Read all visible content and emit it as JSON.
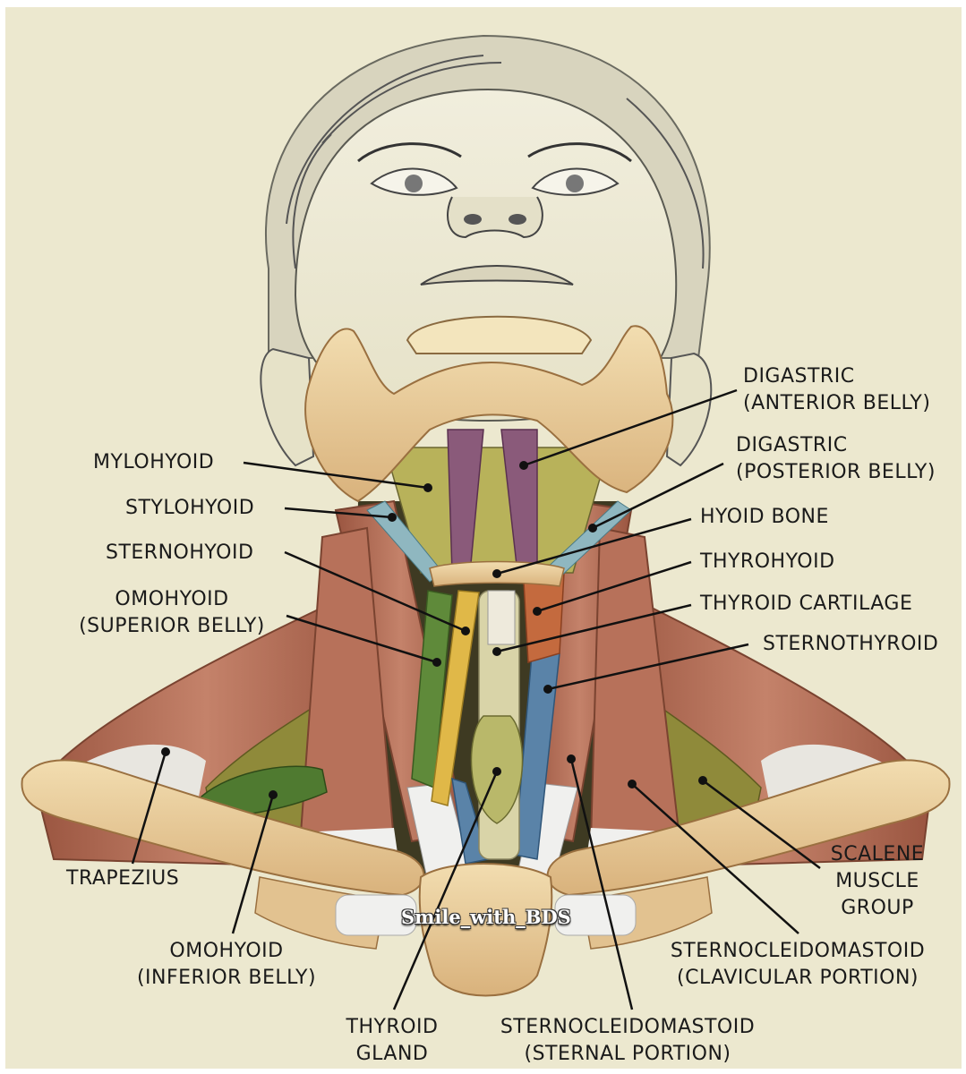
{
  "watermark": "Smile_with_BDS",
  "labels": {
    "mylohyoid": "MYLOHYOID",
    "stylohyoid": "STYLOHYOID",
    "sternohyoid": "STERNOHYOID",
    "omohyoid_superior": [
      "OMOHYOID",
      "(SUPERIOR BELLY)"
    ],
    "digastric_anterior": [
      "DIGASTRIC",
      "(ANTERIOR BELLY)"
    ],
    "digastric_posterior": [
      "DIGASTRIC",
      "(POSTERIOR BELLY)"
    ],
    "hyoid_bone": "HYOID BONE",
    "thyrohyoid": "THYROHYOID",
    "thyroid_cartilage": "THYROID CARTILAGE",
    "sternothyroid": "STERNOTHYROID",
    "trapezius": "TRAPEZIUS",
    "omohyoid_inferior": [
      "OMOHYOID",
      "(INFERIOR BELLY)"
    ],
    "thyroid_gland": [
      "THYROID",
      "GLAND"
    ],
    "scm_sternal": [
      "STERNOCLEIDOMASTOID",
      "(STERNAL PORTION)"
    ],
    "scm_clavicular": [
      "STERNOCLEIDOMASTOID",
      "(CLAVICULAR PORTION)"
    ],
    "scalene": [
      "SCALENE",
      "MUSCLE",
      "GROUP"
    ]
  },
  "colors": {
    "background": "#ece8cf",
    "bone": "#ecd3a2",
    "muscle_red": "#b86d55",
    "muscle_olive": "#8f8a3a",
    "muscle_purple": "#8a5a7a",
    "muscle_green": "#5f8a3a",
    "muscle_yellow": "#e0b848",
    "muscle_blue": "#5a83a8",
    "leader_line": "#111111"
  }
}
